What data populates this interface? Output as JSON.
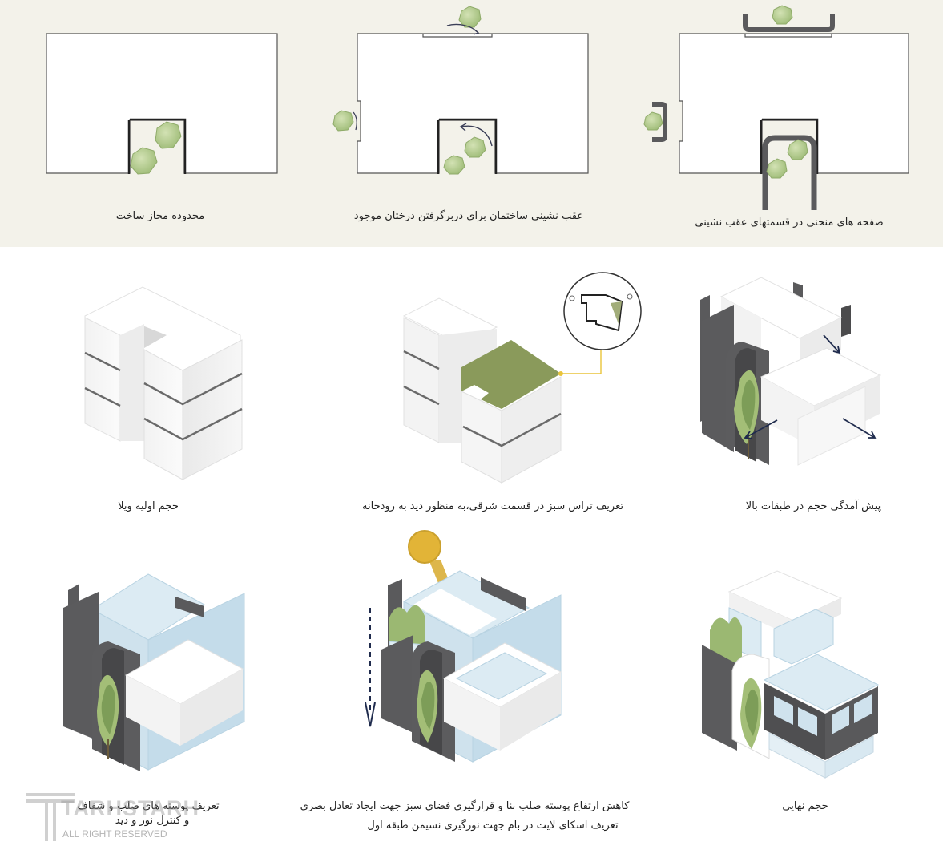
{
  "captions": {
    "plan_1": "محدوده مجاز ساخت",
    "plan_2": "عقب نشینی ساختمان برای دربرگرفتن درختان موجود",
    "plan_3": "صفحه های منحنی در قسمتهای عقب نشینی",
    "mass_1": "حجم اولیه ویلا",
    "mass_2": "تعریف تراس سبز در قسمت شرقی،به منظور دید به رودخانه",
    "mass_3": "پیش آمدگی حجم در طبقات بالا",
    "mass_4_line1": "تعریف پوسته های صلب و شفاف",
    "mass_4_line2": "و کنترل نور و دید",
    "mass_5_line1": "کاهش ارتفاع پوسته صلب بنا و قرارگیری فضای سبز جهت ایجاد تعادل بصری",
    "mass_5_line2": "تعریف اسکای لایت در بام جهت نورگیری نشیمن طبقه اول",
    "mass_6": "حجم نهایی"
  },
  "watermark": {
    "brand": "TARHSTARH",
    "rights": "ALL RIGHT RESERVED"
  },
  "colors": {
    "top_band": "#f3f2ea",
    "concrete": "#5a5a5c",
    "glass": "#c9e0ec",
    "green_terrace": "#8a9a5b",
    "tree": "#b9cf98",
    "sun": "#e2b437",
    "accent_line": "#e9c43a"
  }
}
